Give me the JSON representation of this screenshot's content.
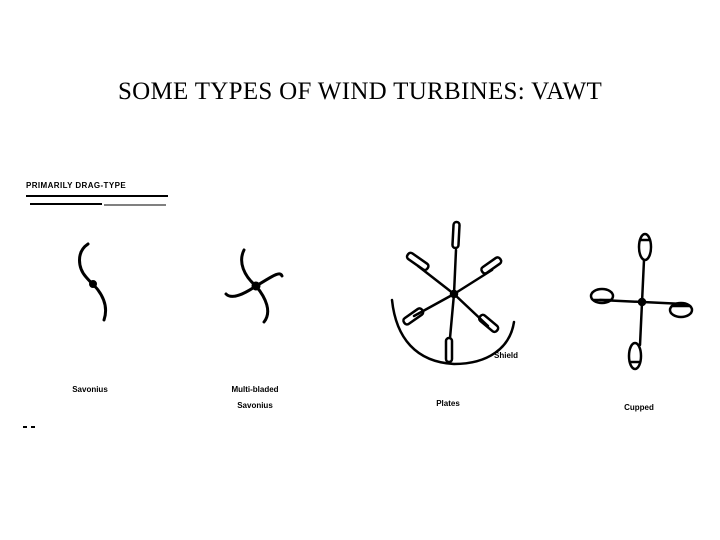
{
  "slide": {
    "title": "SOME TYPES OF WIND TURBINES: VAWT",
    "category_label": "PRIMARILY DRAG-TYPE",
    "turbines": [
      {
        "icon": "savonius-rotor-icon",
        "caption_lines": [
          "Savonius"
        ]
      },
      {
        "icon": "multi-bladed-savonius-icon",
        "caption_lines": [
          "Multi-bladed",
          "Savonius"
        ]
      },
      {
        "icon": "plates-rotor-icon",
        "caption_lines": [
          "Plates"
        ],
        "annotation": "Shield"
      },
      {
        "icon": "cup-anemometer-icon",
        "caption_lines": [
          "Cupped"
        ]
      }
    ]
  }
}
